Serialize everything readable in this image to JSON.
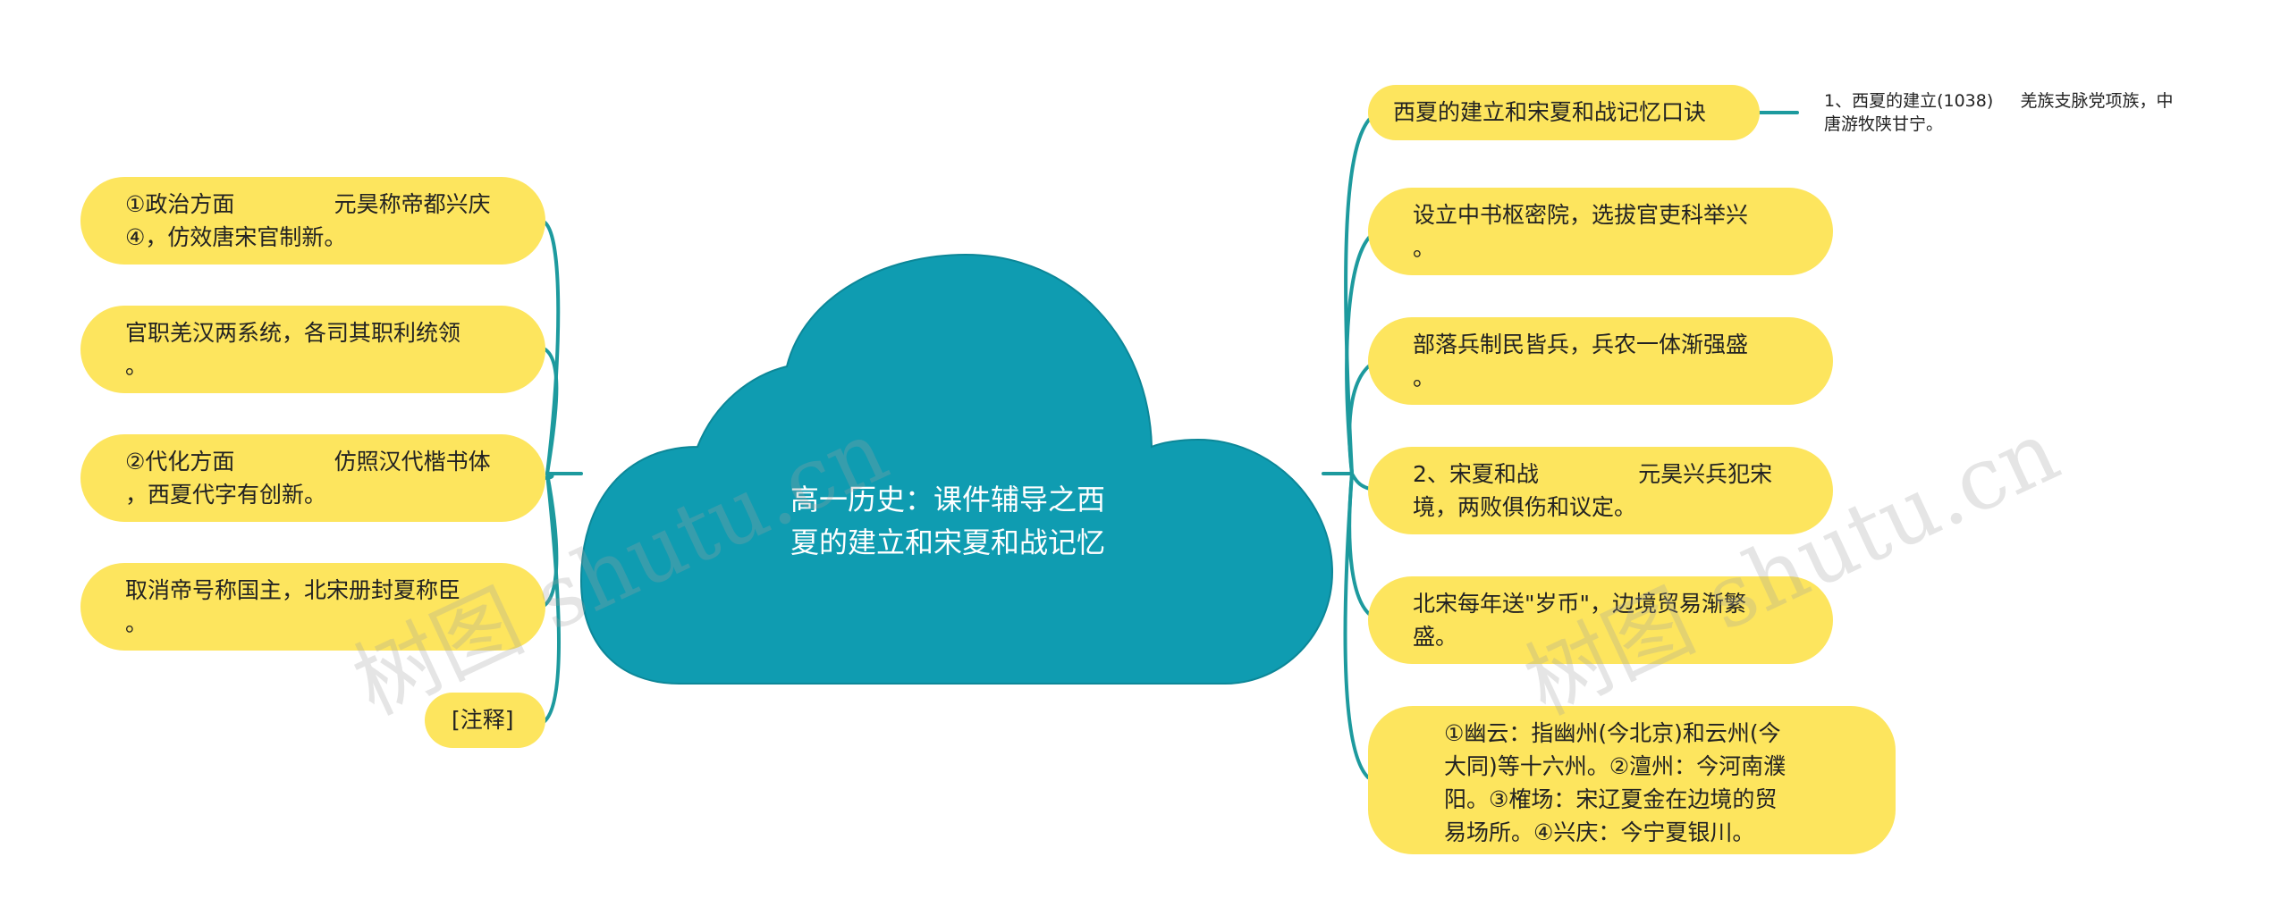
{
  "central_topic": {
    "line1": "高一历史：课件辅导之西",
    "line2": "夏的建立和宋夏和战记忆"
  },
  "left_branches": [
    {
      "text": "①政治方面              元昊称帝都兴庆\n④，仿效唐宋官制新。"
    },
    {
      "text": "官职羌汉两系统，各司其职利统领\n。"
    },
    {
      "text": "②代化方面              仿照汉代楷书体\n，西夏代字有创新。"
    },
    {
      "text": "取消帝号称国主，北宋册封夏称臣\n。"
    },
    {
      "text": "[注释]"
    }
  ],
  "right_branches": [
    {
      "text": "西夏的建立和宋夏和战记忆口诀"
    },
    {
      "text": "设立中书枢密院，选拔官吏科举兴\n。"
    },
    {
      "text": "部落兵制民皆兵，兵农一体渐强盛\n。"
    },
    {
      "text": "2、宋夏和战              元昊兴兵犯宋\n境，两败俱伤和议定。"
    },
    {
      "text": "北宋每年送\"岁币\"，边境贸易渐繁\n盛。"
    },
    {
      "text": "①幽云：指幽州(今北京)和云州(今\n大同)等十六州。②澶州：今河南濮\n阳。③榷场：宋辽夏金在边境的贸\n易场所。④兴庆：今宁夏银川。"
    }
  ],
  "sub_note": {
    "text": "1、西夏的建立(1038)     羌族支脉党项族，中\n唐游牧陕甘宁。"
  },
  "watermarks": [
    "树图 shutu.cn",
    "树图 shutu.cn"
  ],
  "colors": {
    "cloud": "#0f9cb1",
    "node": "#fde55e",
    "connector": "#1d9a9e",
    "background": "#ffffff"
  }
}
